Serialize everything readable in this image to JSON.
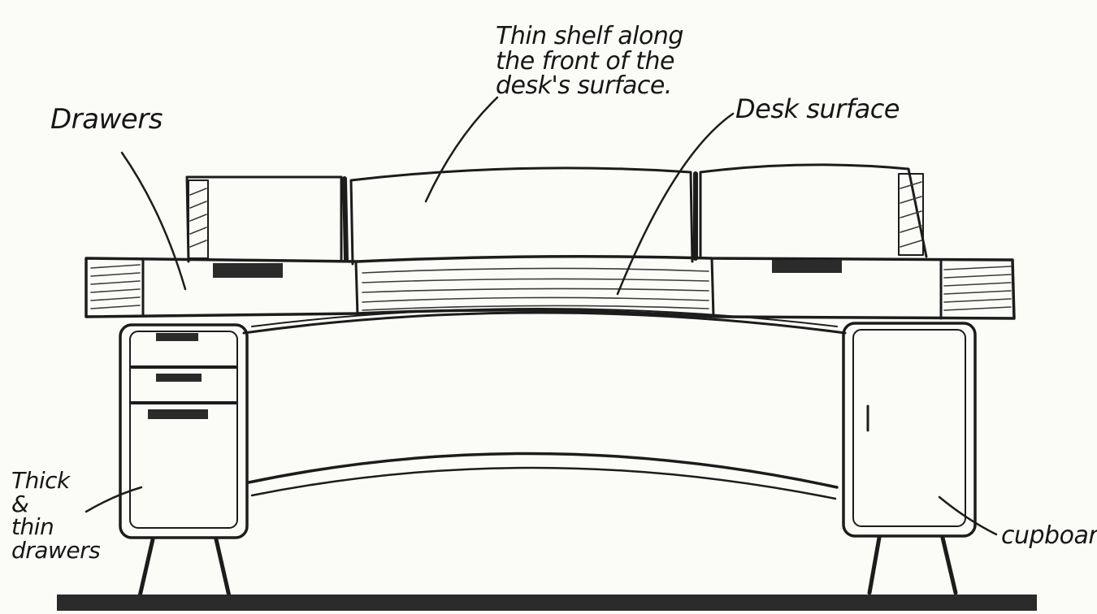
{
  "labels": {
    "shelf": [
      "Thin shelf along",
      "the front of the",
      "desk's surface."
    ],
    "drawers": "Drawers",
    "desk_surface": "Desk surface",
    "thick_thin_drawers": [
      "Thick",
      "&",
      "thin",
      "drawers"
    ],
    "cupboard": "cupboard"
  },
  "colors": {
    "ink": "#1c1c1c",
    "paper": "#fbfbf8",
    "floor": "#2a2a2a"
  }
}
